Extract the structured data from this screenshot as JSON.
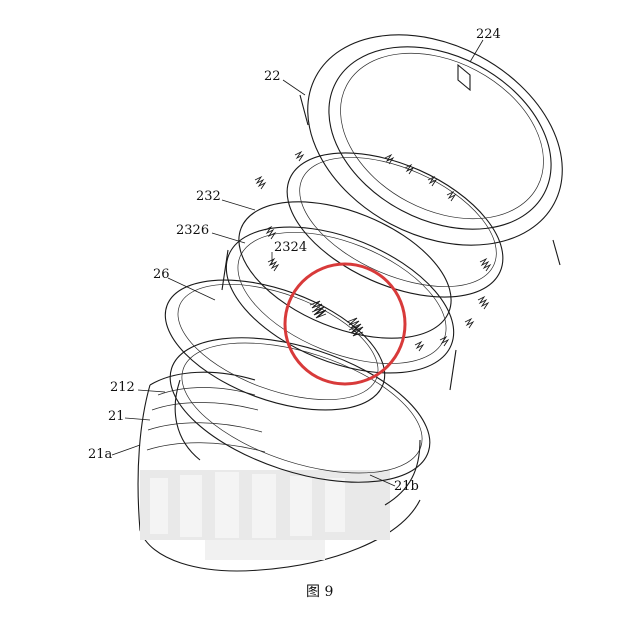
{
  "figure": {
    "caption": "图 9",
    "labels": {
      "l224": "224",
      "l22": "22",
      "l232": "232",
      "l2326": "2326",
      "l2324": "2324",
      "l26": "26",
      "l212": "212",
      "l21": "21",
      "l21a": "21a",
      "l21b": "21b"
    },
    "highlight_color": "#d83a3a"
  }
}
